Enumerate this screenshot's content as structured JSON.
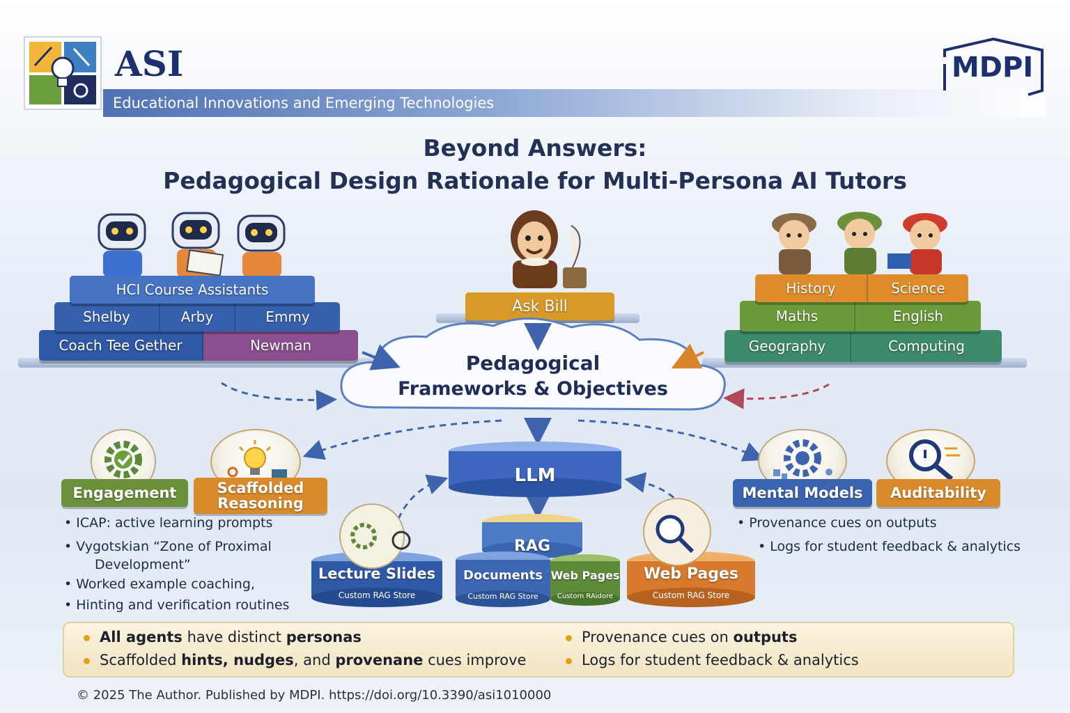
{
  "header": {
    "brand": "ASI",
    "subtitle": "Educational Innovations and Emerging Technologies",
    "publisher": "MDPI"
  },
  "title": {
    "line1": "Beyond Answers:",
    "line2": "Pedagogical Design Rationale for Multi-Persona AI Tutors"
  },
  "left_stack": {
    "top": "HCI Course Assistants",
    "middle": [
      "Shelby",
      "Arby",
      "Emmy"
    ],
    "bottom": [
      "Coach Tee Gether",
      "Newman"
    ]
  },
  "center_stack": {
    "label": "Ask Bill"
  },
  "right_stack": {
    "top": [
      "History",
      "Science"
    ],
    "middle": [
      "Maths",
      "English"
    ],
    "bottom": [
      "Geography",
      "Computing"
    ]
  },
  "cloud": {
    "line1": "Pedagogical",
    "line2": "Frameworks & Objectives"
  },
  "llm": "LLM",
  "rag": "RAG",
  "stores": {
    "lecture": {
      "title": "Lecture Slides",
      "sub": "Custom RAG Store"
    },
    "documents": {
      "title": "Documents",
      "sub": "Custom RAG Store"
    },
    "webpages_small": {
      "title": "Web Pages",
      "sub": "Custom RAidore"
    },
    "webpages": {
      "title": "Web Pages",
      "sub": "Custom RAG Store"
    }
  },
  "left_labels": {
    "engagement": "Engagement",
    "scaffolded": "Scaffolded Reasoning"
  },
  "right_labels": {
    "mental": "Mental Models",
    "audit": "Auditability"
  },
  "left_bullets": [
    "ICAP: active learning prompts",
    "Vygotskian “Zone of Proximal",
    "Development”",
    "Worked example coaching,",
    "Hinting and verification routines"
  ],
  "right_bullets": [
    "Provenance cues on outputs",
    "Logs for student feedback & analytics"
  ],
  "summary": {
    "left1_a": "All agents",
    "left1_b": " have distinct ",
    "left1_c": "personas",
    "left2_a": "Scaffolded ",
    "left2_b": "hints, nudges",
    "left2_c": ", and ",
    "left2_d": "provenane",
    "left2_e": " cues improve",
    "right1_a": "Provenance cues on ",
    "right1_b": "outputs",
    "right2": "Logs for student feedback & analytics"
  },
  "footer": "© 2025 The Author. Published by MDPI. https://doi.org/10.3390/asi1010000",
  "colors": {
    "navy": "#1c2f6e",
    "blue": "#3f64ad",
    "orange": "#d9842a",
    "green": "#5c8a3c",
    "gold": "#d9a22a",
    "purple": "#8a4f8e"
  }
}
